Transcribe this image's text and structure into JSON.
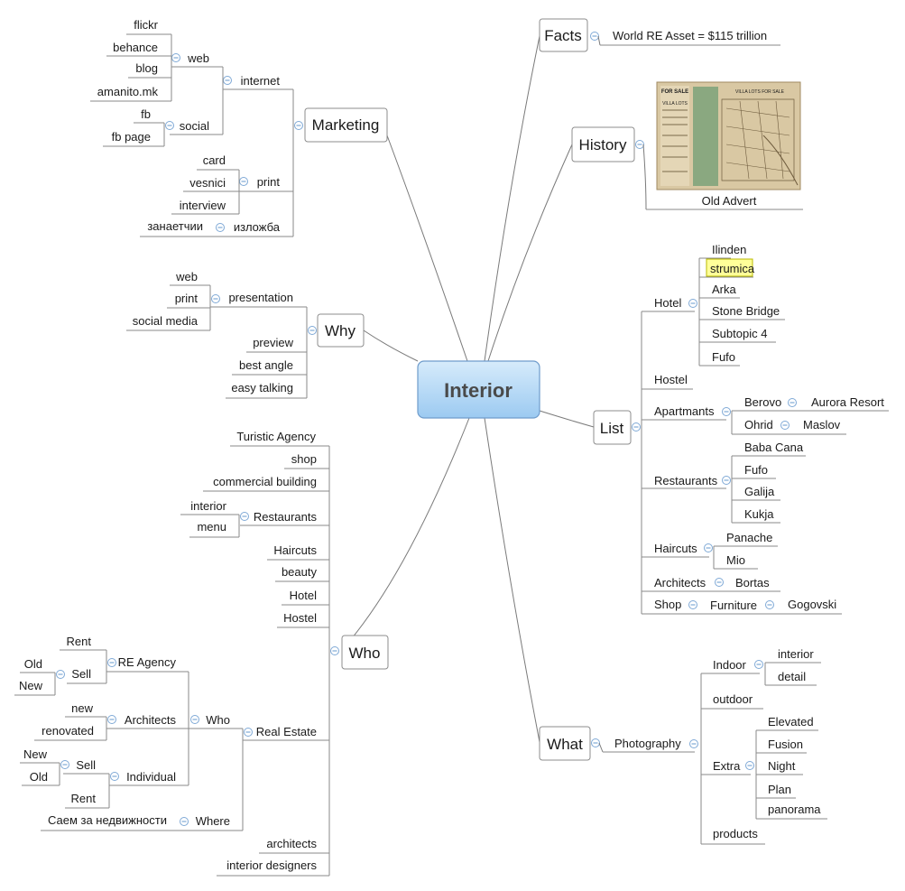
{
  "central": "Interior",
  "branches": {
    "facts": "Facts",
    "history": "History",
    "list": "List",
    "what": "What",
    "who": "Who",
    "why": "Why",
    "marketing": "Marketing"
  },
  "facts": {
    "asset": "World RE Asset = $115 trillion"
  },
  "history": {
    "caption": "Old Advert",
    "image": {
      "icon": "old-advert-image",
      "heading_left": "FOR SALE",
      "sub_left": "VILLA LOTS",
      "heading_right": "VILLA LOTS FOR SALE"
    }
  },
  "list": {
    "hotel": "Hotel",
    "hotel_items": [
      "Ilinden",
      "strumica",
      "Arka",
      "Stone Bridge",
      "Subtopic 4",
      "Fufo"
    ],
    "hostel": "Hostel",
    "apartmants": "Apartmants",
    "berovo": "Berovo",
    "aurora": "Aurora Resort",
    "ohrid": "Ohrid",
    "maslov": "Maslov",
    "restaurants": "Restaurants",
    "restaurant_items": [
      "Baba Cana",
      "Fufo",
      "Galija",
      "Kukja"
    ],
    "haircuts": "Haircuts",
    "haircut_items": [
      "Panache",
      "Mio"
    ],
    "architects": "Architects",
    "bortas": "Bortas",
    "shop": "Shop",
    "furniture": "Furniture",
    "gogovski": "Gogovski"
  },
  "what": {
    "photography": "Photography",
    "indoor": "Indoor",
    "indoor_items": [
      "interior",
      "detail"
    ],
    "outdoor": "outdoor",
    "extra": "Extra",
    "extra_items": [
      "Elevated",
      "Fusion",
      "Night",
      "Plan",
      "panorama"
    ],
    "products": "products"
  },
  "who": {
    "top_items": [
      "Turistic Agency",
      "shop",
      "commercial building"
    ],
    "restaurants": "Restaurants",
    "restaurant_items": [
      "interior",
      "menu"
    ],
    "mid_items": [
      "Haircuts",
      "beauty",
      "Hotel",
      "Hostel"
    ],
    "real_estate": "Real Estate",
    "who_sub": "Who",
    "re_agency": "RE Agency",
    "rent": "Rent",
    "sell": "Sell",
    "old": "Old",
    "new_": "New",
    "architects_sub": "Architects",
    "new_lower": "new",
    "renovated": "renovated",
    "individual": "Individual",
    "ind_new": "New",
    "ind_old": "Old",
    "ind_rent": "Rent",
    "where": "Where",
    "saem": "Саем за недвижности",
    "bottom_items": [
      "architects",
      "interior designers"
    ]
  },
  "why": {
    "presentation": "presentation",
    "presentation_items": [
      "web",
      "print",
      "social media"
    ],
    "preview": "preview",
    "best_angle": "best angle",
    "easy_talking": "easy talking"
  },
  "marketing": {
    "internet": "internet",
    "web": "web",
    "web_items": [
      "flickr",
      "behance",
      "blog",
      "amanito.mk"
    ],
    "social": "social",
    "social_items": [
      "fb",
      "fb page"
    ],
    "print": "print",
    "print_items": [
      "card",
      "vesnici",
      "interview"
    ],
    "izlozba": "изложба",
    "zanaetchii": "занаетчии"
  },
  "colors": {
    "center_top": "#d6ebfb",
    "center_bottom": "#9ccaf1",
    "center_border": "#6f9ccc",
    "highlight": "#ffff99",
    "collapse": "#7fa9d6",
    "line": "#7a7a7a"
  }
}
